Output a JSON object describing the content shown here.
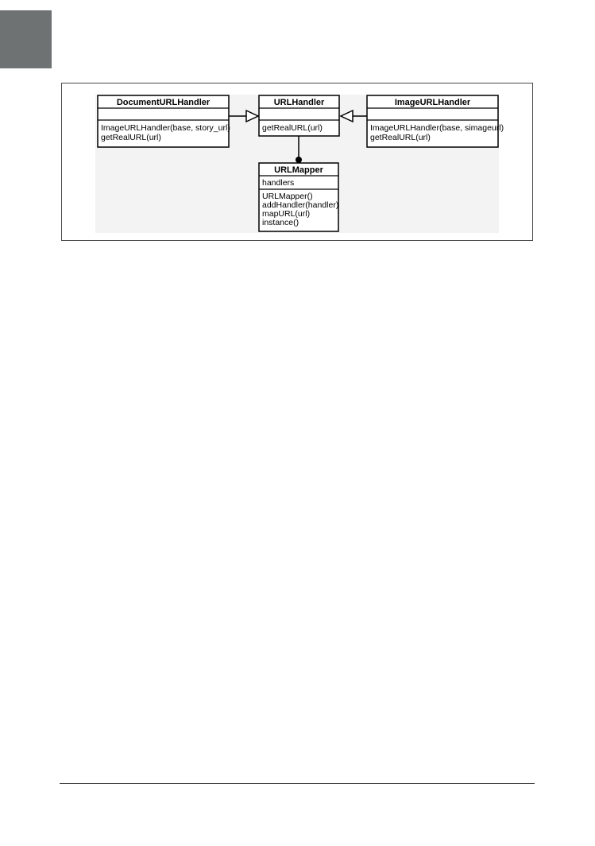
{
  "diagram": {
    "classes": {
      "document_url_handler": {
        "name": "DocumentURLHandler",
        "attributes": [],
        "methods": [
          "ImageURLHandler(base, story_url)",
          "getRealURL(url)"
        ]
      },
      "url_handler": {
        "name": "URLHandler",
        "attributes": [],
        "methods": [
          "getRealURL(url)"
        ]
      },
      "image_url_handler": {
        "name": "ImageURLHandler",
        "attributes": [],
        "methods": [
          "ImageURLHandler(base, simageurl)",
          "getRealURL(url)"
        ]
      },
      "url_mapper": {
        "name": "URLMapper",
        "attributes": [
          "handlers"
        ],
        "methods": [
          "URLMapper()",
          "addHandler(handler)",
          "mapURL(url)",
          "instance()"
        ]
      }
    },
    "relations": [
      {
        "from": "DocumentURLHandler",
        "to": "URLHandler",
        "kind": "generalization"
      },
      {
        "from": "ImageURLHandler",
        "to": "URLHandler",
        "kind": "generalization"
      },
      {
        "from": "URLHandler",
        "to": "URLMapper",
        "kind": "composition"
      }
    ]
  },
  "colors": {
    "corner_tab": "#6e7273",
    "diagram_background": "#f3f3f3",
    "line": "#000000"
  }
}
